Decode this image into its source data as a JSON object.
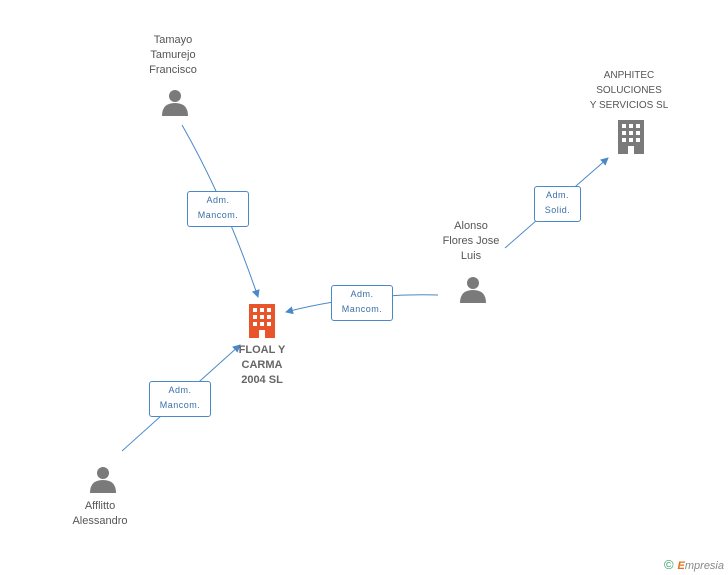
{
  "nodes": {
    "tamayo": {
      "lines": [
        "Tamayo",
        "Tamurejo",
        "Francisco"
      ]
    },
    "anphitec": {
      "lines": [
        "ANPHITEC",
        "SOLUCIONES",
        "Y SERVICIOS SL"
      ]
    },
    "alonso": {
      "lines": [
        "Alonso",
        "Flores Jose",
        "Luis"
      ]
    },
    "floal": {
      "lines": [
        "FLOAL Y",
        "CARMA",
        "2004 SL"
      ]
    },
    "afflitto": {
      "lines": [
        "Afflitto",
        "Alessandro"
      ]
    }
  },
  "edges": {
    "tamayo_floal": {
      "lines": [
        "Adm.",
        "Mancom."
      ]
    },
    "alonso_floal": {
      "lines": [
        "Adm.",
        "Mancom."
      ]
    },
    "alonso_anphitec": {
      "lines": [
        "Adm.",
        "Solid."
      ]
    },
    "afflitto_floal": {
      "lines": [
        "Adm.",
        "Mancom."
      ]
    }
  },
  "footer": {
    "copyright": "©",
    "brand_e": "E",
    "brand_rest": "mpresia"
  },
  "colors": {
    "edge": "#4a88c7",
    "person": "#7a7a7a",
    "company_main": "#e8552a",
    "company_other": "#7a7a7a"
  }
}
